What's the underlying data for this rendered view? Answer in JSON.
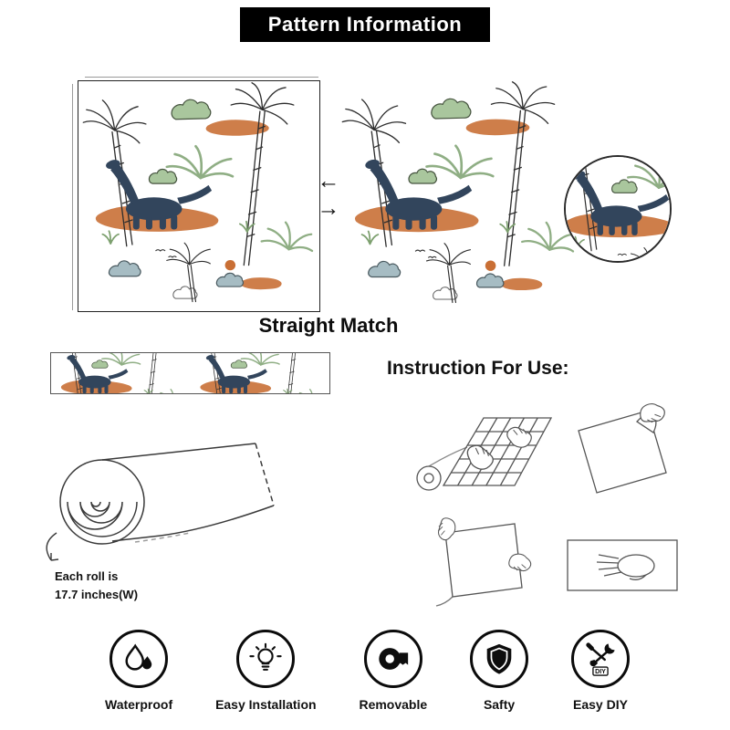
{
  "header": {
    "title": "Pattern Information"
  },
  "pattern": {
    "match_label": "Straight Match",
    "arrow_left_glyph": "←",
    "arrow_right_glyph": "→",
    "colors": {
      "foliage_green": "#8fae84",
      "bush_green": "#a9c69d",
      "ground_orange": "#ce7e4a",
      "cloud_blue": "#a6bcc3",
      "dinosaur_navy": "#32455c",
      "outline_black": "#2e2e2e"
    }
  },
  "instructions": {
    "heading": "Instruction For Use:"
  },
  "roll": {
    "note_line1": "Each roll is",
    "note_line2": "17.7 inches(W)"
  },
  "features": [
    {
      "label": "Waterproof",
      "icon": "water-drop-icon"
    },
    {
      "label": "Easy Installation",
      "icon": "light-bulb-icon"
    },
    {
      "label": "Removable",
      "icon": "tape-roll-icon"
    },
    {
      "label": "Safty",
      "icon": "shield-icon"
    },
    {
      "label": "Easy DIY",
      "icon": "diy-tools-icon",
      "badge": "DIY"
    }
  ]
}
